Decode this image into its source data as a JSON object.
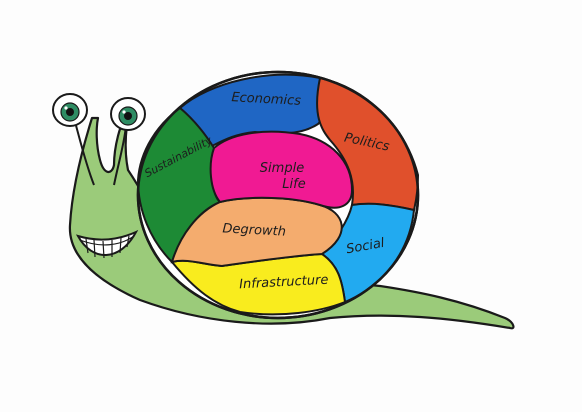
{
  "diagram": {
    "segments": [
      {
        "id": "economics",
        "label": "Economics",
        "color": "#1f66c4"
      },
      {
        "id": "politics",
        "label": "Politics",
        "color": "#e0502c"
      },
      {
        "id": "sustainability",
        "label": "Sustainability",
        "color": "#1d8a35"
      },
      {
        "id": "simple-life",
        "label_line1": "Simple",
        "label_line2": "Life",
        "color": "#f01a93"
      },
      {
        "id": "degrowth",
        "label": "Degrowth",
        "color": "#f4ac6e"
      },
      {
        "id": "social",
        "label": "Social",
        "color": "#22aaf0"
      },
      {
        "id": "infrastructure",
        "label": "Infrastructure",
        "color": "#f9ec1e"
      }
    ],
    "snail_body_color": "#9bcb7a",
    "eye_iris_color": "#2e8c63",
    "outline_color": "#1a1a1a"
  }
}
